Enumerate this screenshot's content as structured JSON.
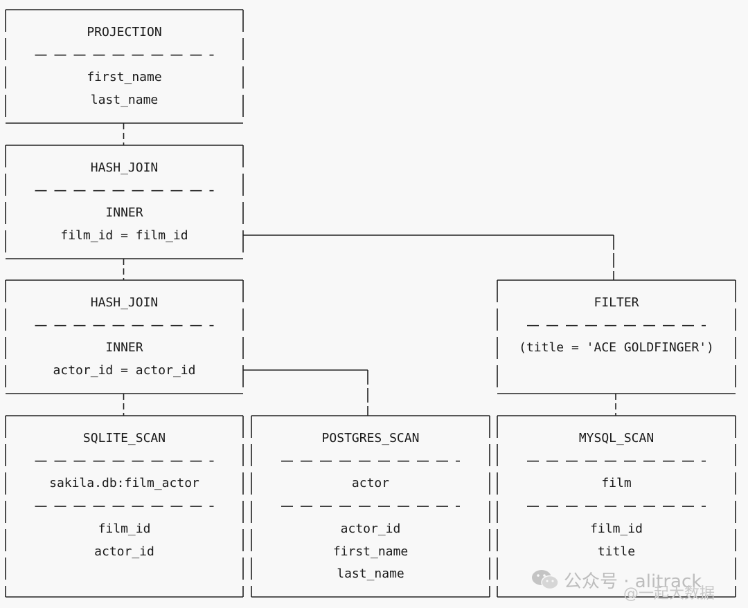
{
  "nodes": [
    {
      "id": "projection",
      "title": "PROJECTION",
      "sections": [
        [
          "first_name",
          "last_name"
        ]
      ]
    },
    {
      "id": "hash-join-1",
      "title": "HASH_JOIN",
      "sections": [
        [
          "INNER",
          "film_id = film_id"
        ]
      ]
    },
    {
      "id": "hash-join-2",
      "title": "HASH_JOIN",
      "sections": [
        [
          "INNER",
          "actor_id = actor_id"
        ]
      ]
    },
    {
      "id": "filter",
      "title": "FILTER",
      "sections": [
        [
          "(title = 'ACE GOLDFINGER')"
        ]
      ]
    },
    {
      "id": "sqlite-scan",
      "title": "SQLITE_SCAN",
      "sections": [
        [
          "sakila.db:film_actor"
        ],
        [
          "film_id",
          "actor_id"
        ]
      ]
    },
    {
      "id": "postgres-scan",
      "title": "POSTGRES_SCAN",
      "sections": [
        [
          "actor"
        ],
        [
          "actor_id",
          "first_name",
          "last_name"
        ]
      ]
    },
    {
      "id": "mysql-scan",
      "title": "MYSQL_SCAN",
      "sections": [
        [
          "film"
        ],
        [
          "film_id",
          "title"
        ]
      ]
    }
  ],
  "edges": [
    {
      "from": "projection",
      "to": "hash-join-1"
    },
    {
      "from": "hash-join-1",
      "to": "hash-join-2"
    },
    {
      "from": "hash-join-1",
      "to": "filter"
    },
    {
      "from": "hash-join-2",
      "to": "sqlite-scan"
    },
    {
      "from": "hash-join-2",
      "to": "postgres-scan"
    },
    {
      "from": "filter",
      "to": "mysql-scan"
    }
  ],
  "watermark": {
    "primary": "公众号 · alitrack",
    "secondary": "@一起大数据",
    "icon": "wechat-icon"
  },
  "colors": {
    "line": "#222222",
    "watermark": "#bdbdbd"
  }
}
